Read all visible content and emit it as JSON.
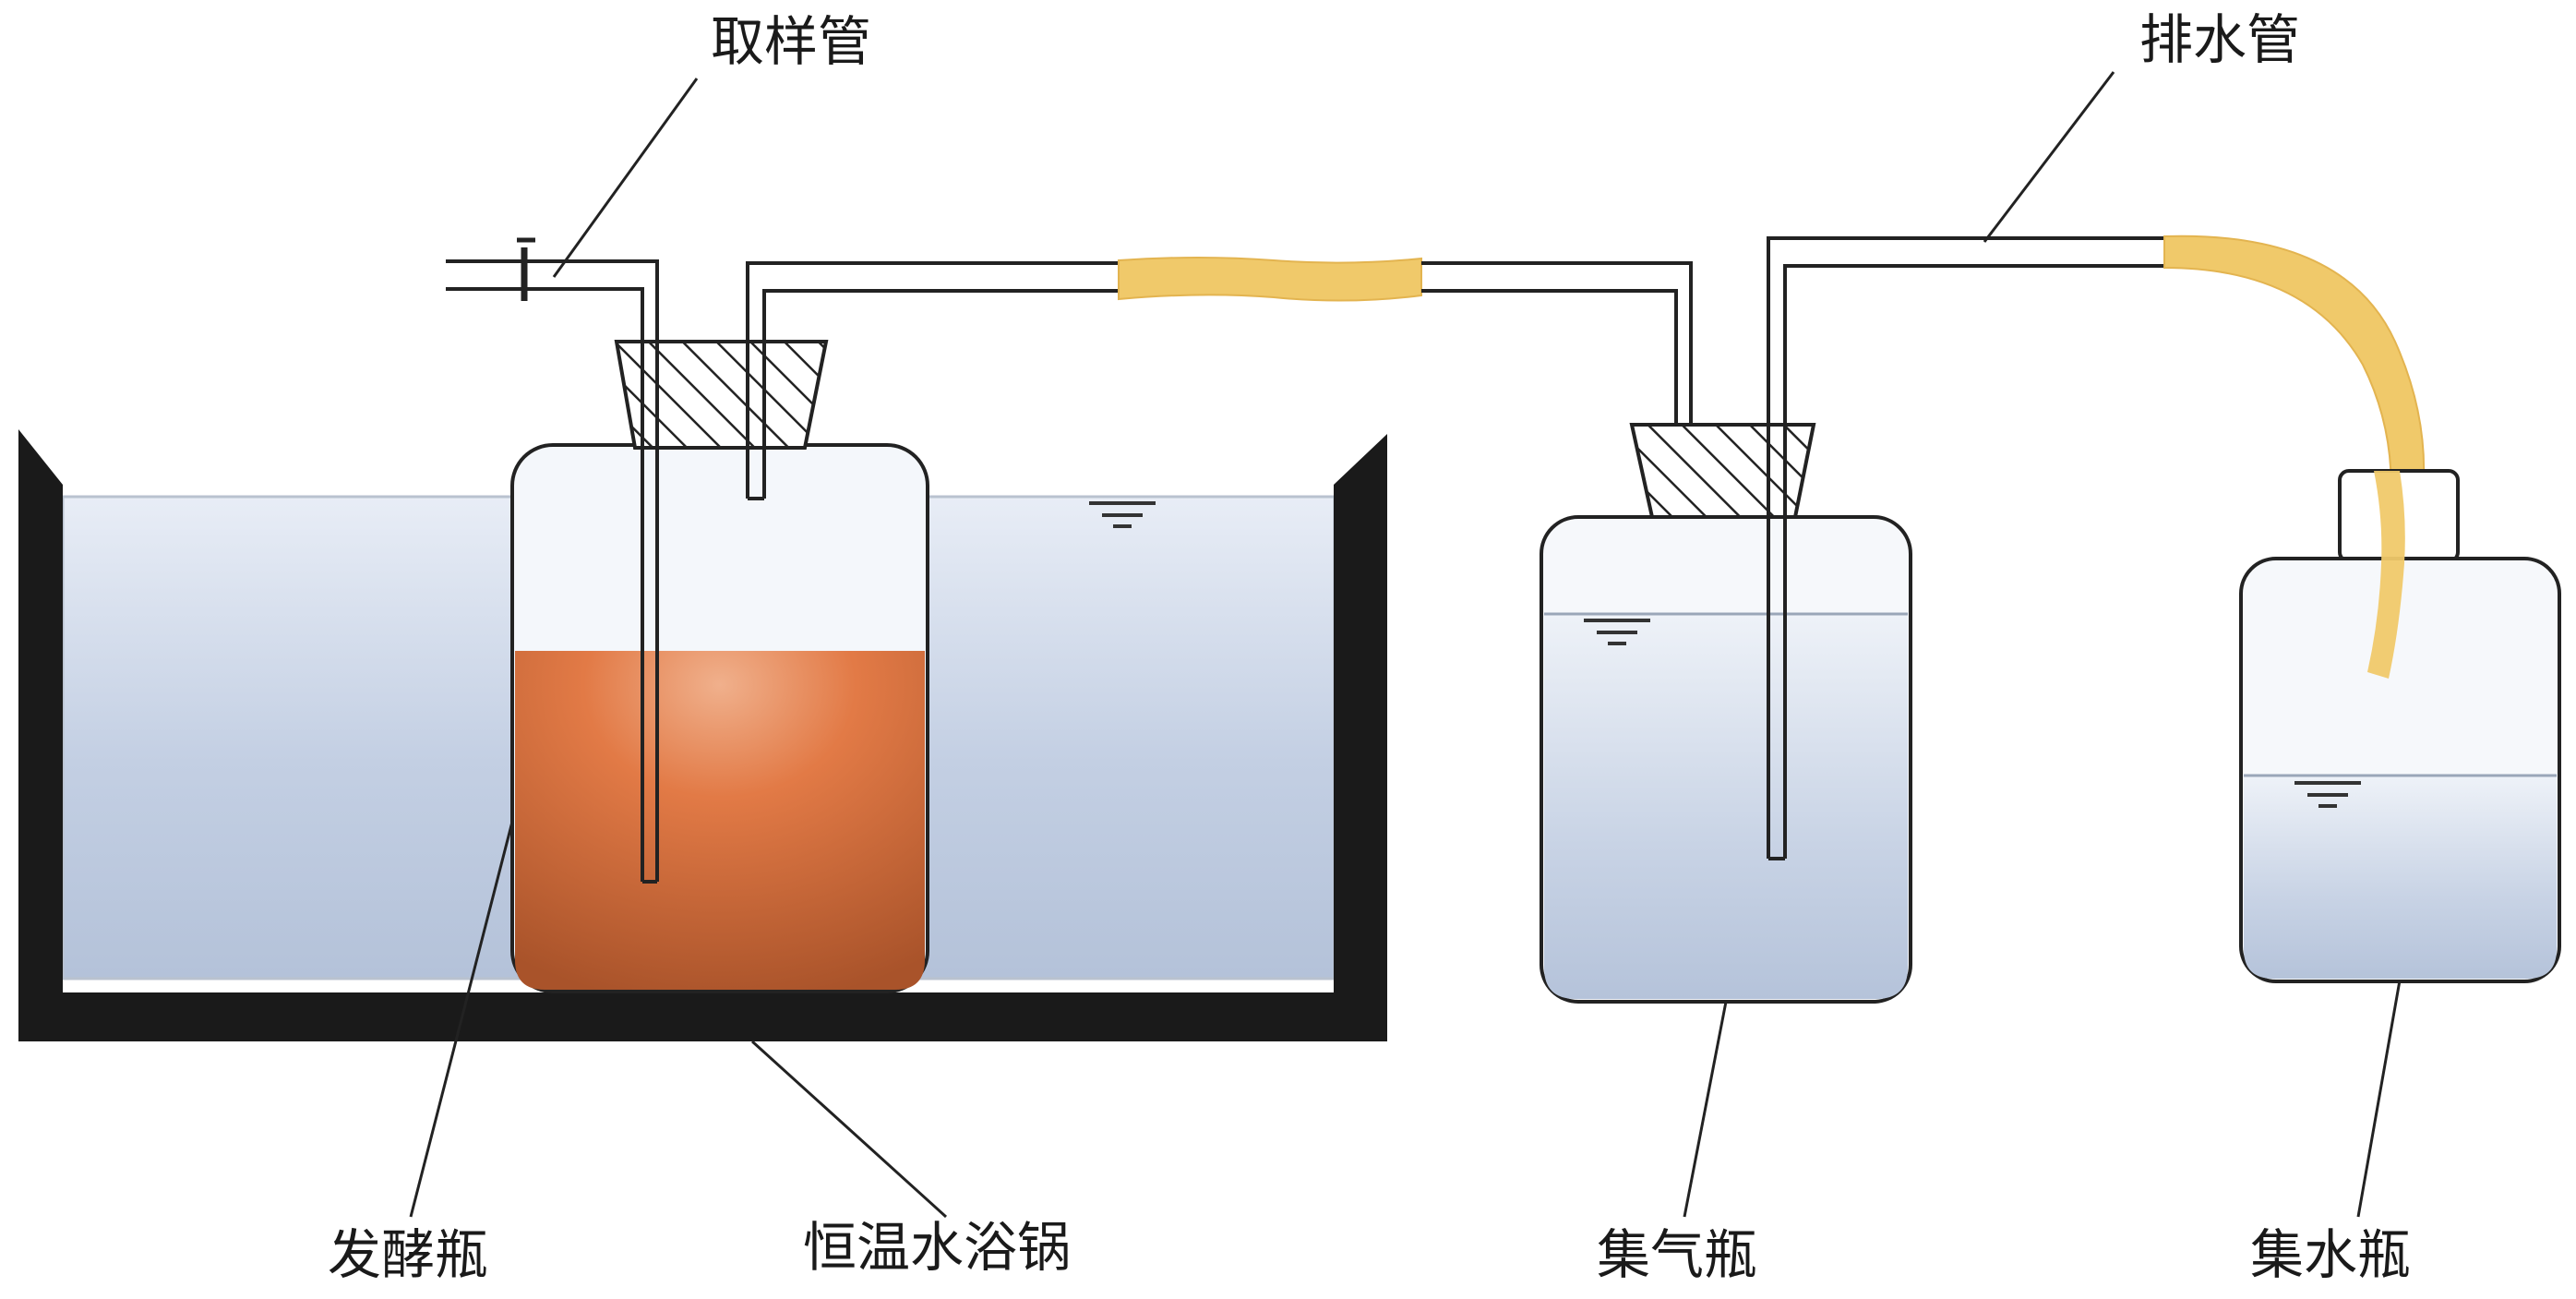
{
  "labels": {
    "sampling_tube": "取样管",
    "drain_tube": "排水管",
    "fermentation_bottle": "发酵瓶",
    "water_bath": "恒温水浴锅",
    "gas_collection_bottle": "集气瓶",
    "water_collection_bottle": "集水瓶"
  },
  "colors": {
    "water": "#c6d2e6",
    "ferment_liquid": "#d9703f",
    "rubber_hose": "#f0c96a",
    "bath_wall": "#1a1a1a",
    "outline": "#222222"
  }
}
